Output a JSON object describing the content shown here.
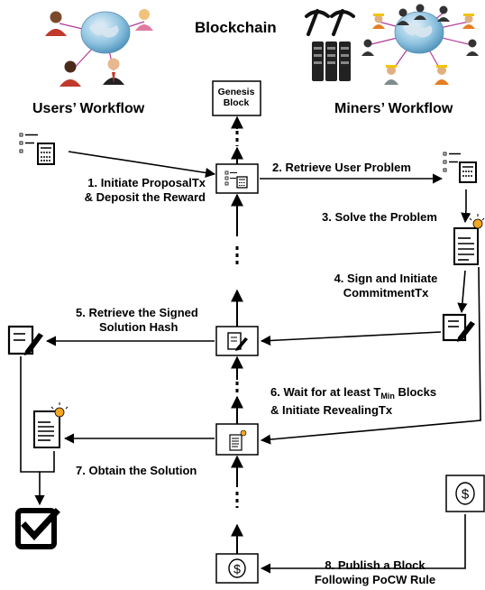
{
  "title": "Blockchain",
  "users_heading": "Users’ Workflow",
  "miners_heading": "Miners’ Workflow",
  "genesis": [
    "Genesis",
    "Block"
  ],
  "steps": {
    "s1": [
      "1. Initiate ProposalTx",
      "& Deposit the Reward"
    ],
    "s2": "2. Retrieve User Problem",
    "s3": "3. Solve the Problem",
    "s4": [
      "4. Sign and Initiate",
      "CommitmentTx"
    ],
    "s5": [
      "5. Retrieve the Signed",
      "Solution Hash"
    ],
    "s6": {
      "line1_pre": "6. Wait for at least T",
      "line1_sub": "Min",
      "line1_post": " Blocks",
      "line2": "& Initiate RevealingTx"
    },
    "s7": "7. Obtain the Solution",
    "s8": [
      "8.  Publish a Block",
      "Following PoCW Rule"
    ]
  },
  "icons": {
    "currency_symbol": "$"
  }
}
